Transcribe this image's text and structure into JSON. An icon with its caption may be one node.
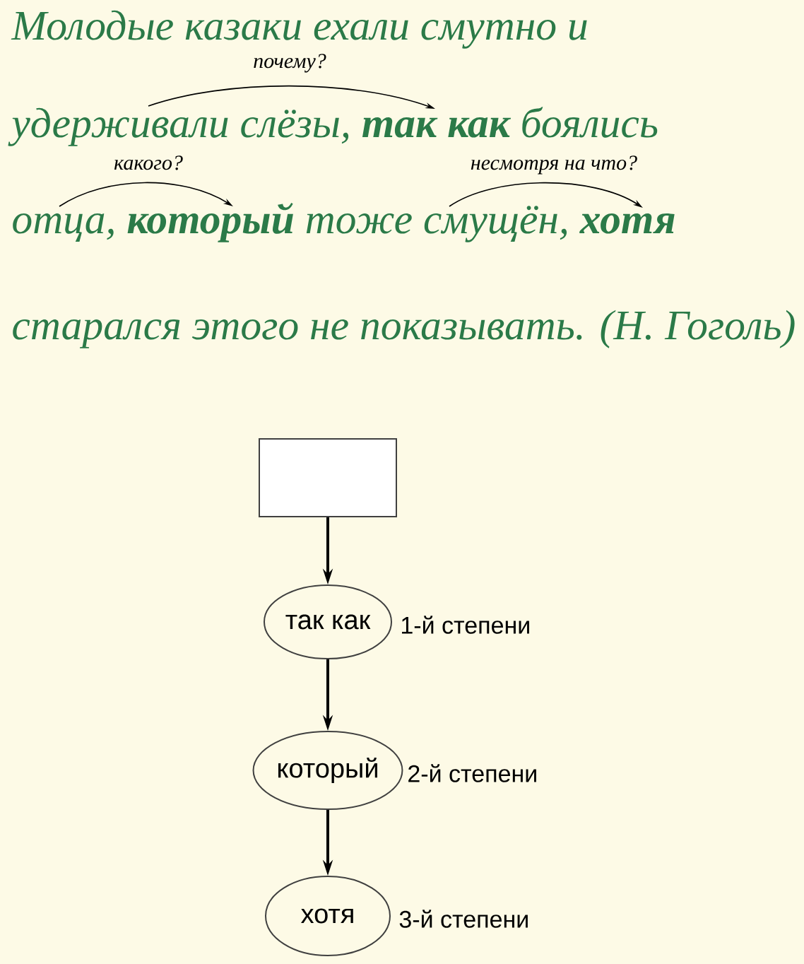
{
  "diagram": {
    "nodes": [
      {
        "text": [],
        "shape": "box"
      },
      {
        "text": [
          "так как"
        ],
        "beside": [
          "1-й степени"
        ]
      },
      {
        "text": [
          "который"
        ],
        "beside": [
          "2-й степени"
        ]
      },
      {
        "text": [
          "хотя"
        ],
        "beside": [
          "3-й степени"
        ]
      }
    ],
    "edges": [
      {
        "from": 0,
        "to": 1,
        "arrow": "to"
      },
      {
        "from": 1,
        "to": 2,
        "arrow": "to"
      },
      {
        "from": 2,
        "to": 3,
        "arrow": "to"
      }
    ],
    "labels": [
      "Молодые казаки ехали смутно и",
      "почему?",
      "удерживали слёзы, **так как** боялись",
      "какого?",
      "несмотря на что?",
      "отца, **который** тоже смущён, **хотя**",
      "старался этого не показывать. (Н. Гоголь)"
    ]
  }
}
